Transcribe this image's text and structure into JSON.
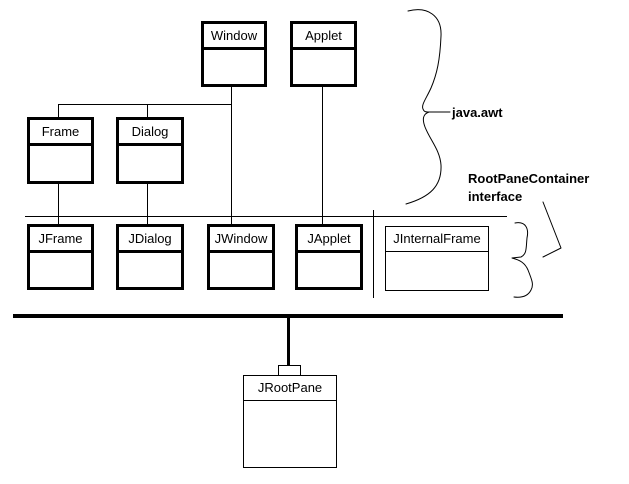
{
  "diagram": {
    "background_color": "#ffffff",
    "line_color": "#000000"
  },
  "nodes": {
    "window": {
      "label": "Window"
    },
    "applet": {
      "label": "Applet"
    },
    "frame": {
      "label": "Frame"
    },
    "dialog": {
      "label": "Dialog"
    },
    "jframe": {
      "label": "JFrame"
    },
    "jdialog": {
      "label": "JDialog"
    },
    "jwindow": {
      "label": "JWindow"
    },
    "japplet": {
      "label": "JApplet"
    },
    "jinternalframe": {
      "label": "JInternalFrame"
    },
    "jrootpane": {
      "label": "JRootPane"
    }
  },
  "annotations": {
    "java_awt_label": "java.awt",
    "rootpane_label_line1": "RootPaneContainer",
    "rootpane_label_line2": "interface"
  }
}
